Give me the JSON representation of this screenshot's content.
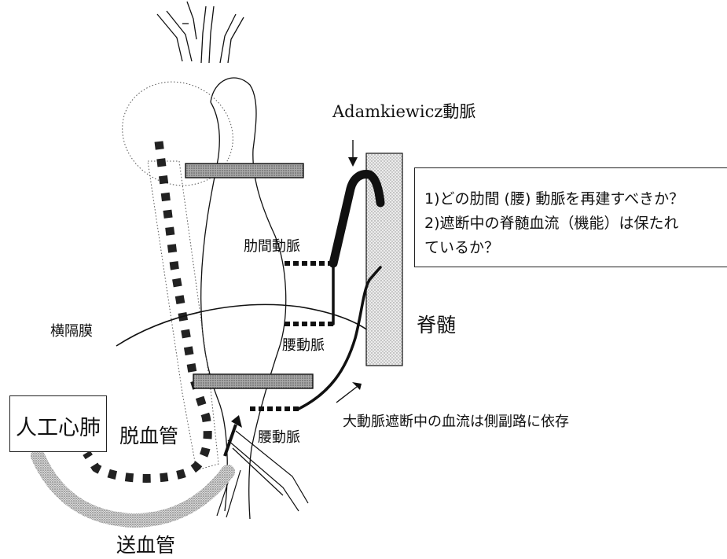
{
  "labels": {
    "artery_name": "Adamkiewicz動脈",
    "intercostal_artery": "肋間動脈",
    "lumbar_artery_upper": "腰動脈",
    "lumbar_artery_lower": "腰動脈",
    "diaphragm": "横隔膜",
    "spinal_cord": "脊髄",
    "collateral_note": "大動脈遮断中の血流は側副路に依存",
    "heart_lung_machine": "人工心肺",
    "drainage_tube": "脱血管",
    "supply_tube": "送血管"
  },
  "questions": [
    "1)どの肋間 (腰) 動脈を再建すべきか？",
    "2)遮断中の脊髄血流（機能）は保たれ",
    "ているか？"
  ],
  "colors": {
    "line": "#111111",
    "clamp_fill": "#9a9a9a",
    "spine_fill": "#e6e6e6",
    "tube_fill": "#c8c8c8"
  }
}
